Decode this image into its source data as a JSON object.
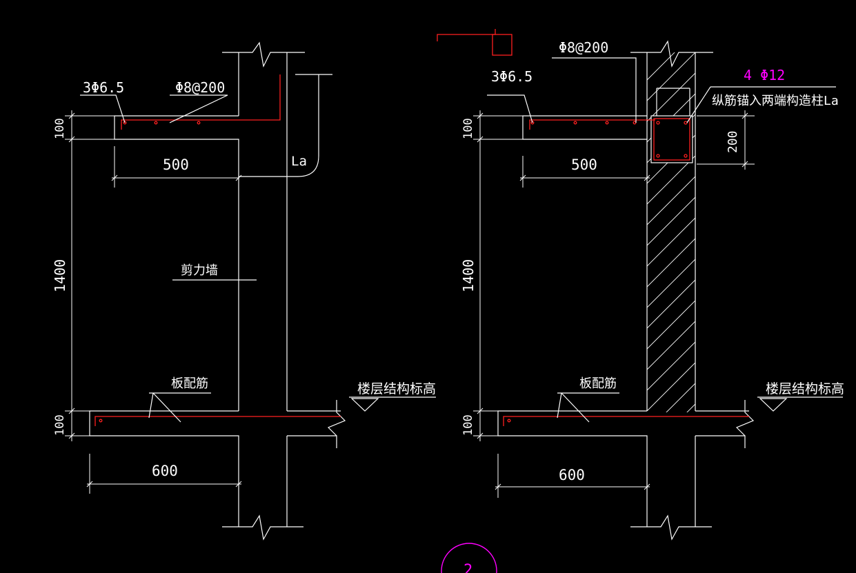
{
  "drawing": {
    "left_detail": {
      "top_rebar_label": "3Φ6.5",
      "stirrup_label": "Φ8@200",
      "slab_thickness": "100",
      "width_label": "500",
      "anchorage_label": "La",
      "wall_label": "剪力墙",
      "height_label": "1400",
      "slab_rebar_label": "板配筋",
      "floor_elevation_label": "楼层结构标高",
      "bottom_slab_thickness": "100",
      "bottom_width_label": "600"
    },
    "right_detail": {
      "top_rebar_label": "3Φ6.5",
      "stirrup_label": "Φ8@200",
      "beam_rebar_label": "4 Φ12",
      "beam_note": "纵筋锚入两端构造柱La",
      "beam_height_label": "200",
      "slab_thickness": "100",
      "width_label": "500",
      "height_label": "1400",
      "slab_rebar_label": "板配筋",
      "floor_elevation_label": "楼层结构标高",
      "bottom_slab_thickness": "100",
      "bottom_width_label": "600"
    },
    "detail_number": "2"
  },
  "colors": {
    "background": "#000000",
    "line": "#ffffff",
    "rebar": "#ff2020",
    "annotation": "#ff00ff"
  }
}
